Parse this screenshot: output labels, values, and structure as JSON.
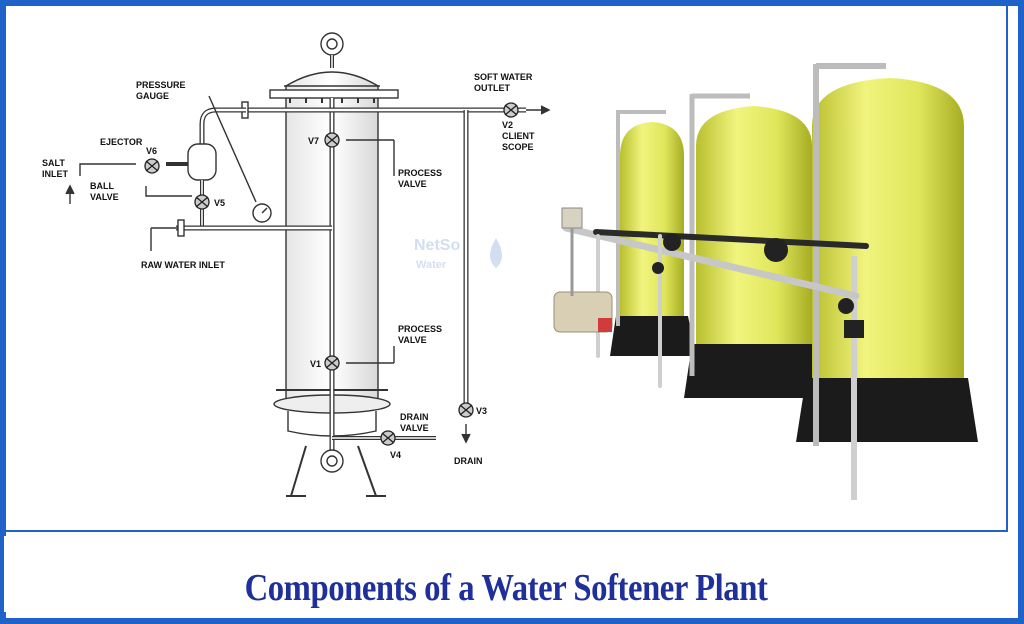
{
  "caption": "Components of a Water Softener Plant",
  "diagram": {
    "labels": {
      "pressure_gauge_line1": "PRESSURE",
      "pressure_gauge_line2": "GAUGE",
      "ejector": "EJECTOR",
      "salt_inlet_line1": "SALT",
      "salt_inlet_line2": "INLET",
      "ball_valve_line1": "BALL",
      "ball_valve_line2": "VALVE",
      "raw_water_inlet": "RAW WATER INLET",
      "soft_water_outlet_line1": "SOFT WATER",
      "soft_water_outlet_line2": "OUTLET",
      "client_scope_line1": "CLIENT",
      "client_scope_line2": "SCOPE",
      "process_valve_top_line1": "PROCESS",
      "process_valve_top_line2": "VALVE",
      "process_valve_bottom_line1": "PROCESS",
      "process_valve_bottom_line2": "VALVE",
      "drain_valve_line1": "DRAIN",
      "drain_valve_line2": "VALVE",
      "drain": "DRAIN"
    },
    "valves": {
      "v1": "V1",
      "v2": "V2",
      "v3": "V3",
      "v4": "V4",
      "v5": "V5",
      "v6": "V6",
      "v7": "V7"
    }
  },
  "watermark": {
    "line1": "NetSo",
    "line2": "Water"
  },
  "colors": {
    "frame_blue": "#1f63c8",
    "caption_navy": "#20309a",
    "tank_yellow": "#dfe65a",
    "tank_base": "#1b1b1b"
  }
}
